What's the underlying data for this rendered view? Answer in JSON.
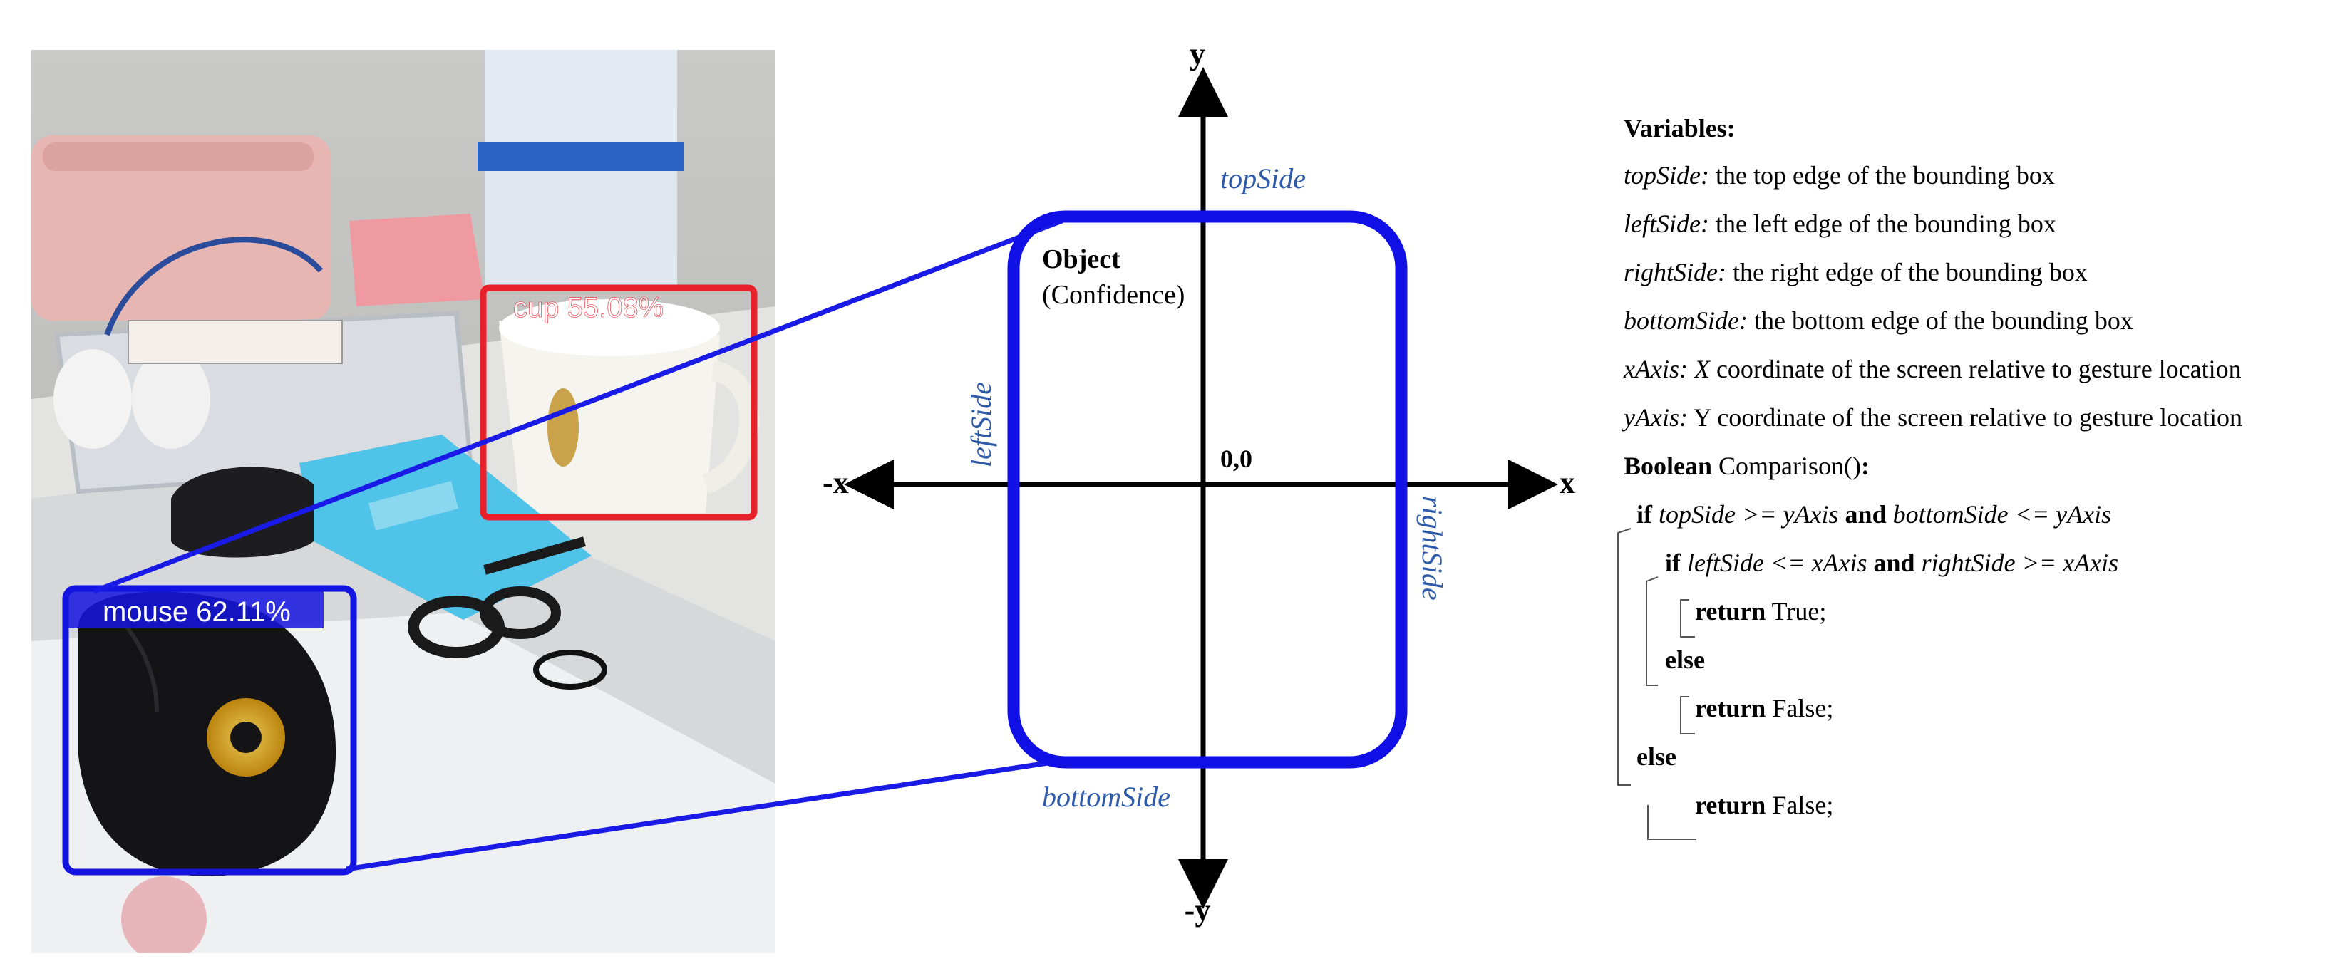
{
  "photo": {
    "detections": [
      {
        "label": "cup 55.08%",
        "class": "cup",
        "confidence": "55.08%",
        "color": "#e8202a"
      },
      {
        "label": "mouse 62.11%",
        "class": "mouse",
        "confidence": "62.11%",
        "color": "#1414e0"
      }
    ]
  },
  "diagram": {
    "axis_y": "y",
    "axis_neg_y": "-y",
    "axis_x": "x",
    "axis_neg_x": "-x",
    "origin": "0,0",
    "top_side": "topSide",
    "left_side": "leftSide",
    "right_side": "rightSide",
    "bottom_side": "bottomSide",
    "object_title": "Object",
    "object_subtitle": "(Confidence)",
    "box_color": "#1010e6",
    "label_color": "#2e5aa8"
  },
  "code": {
    "heading": "Variables:",
    "variables": [
      {
        "name": "topSide:",
        "desc": " the top edge of the bounding box"
      },
      {
        "name": "leftSide:",
        "desc": " the left edge of the bounding box"
      },
      {
        "name": "rightSide:",
        "desc": " the right edge of the bounding box"
      },
      {
        "name": "bottomSide:",
        "desc": " the bottom edge of the bounding box"
      },
      {
        "name": "xAxis:",
        "desc_it": " X",
        "desc": " coordinate of the screen relative to gesture location"
      },
      {
        "name": "yAxis:",
        "desc": " Y coordinate of the screen relative to gesture location"
      }
    ],
    "func_bold": "Boolean",
    "func_name": " Comparison()",
    "func_colon": ":",
    "if1_kw": "if",
    "if1_a": " topSide",
    "if1_op1": " >= ",
    "if1_b": "yAxis",
    "if1_and": " and ",
    "if1_c": "bottomSide",
    "if1_op2": " <= ",
    "if1_d": "yAxis",
    "if2_kw": "if",
    "if2_a": " leftSide",
    "if2_op1": " <= ",
    "if2_b": "xAxis",
    "if2_and": " and ",
    "if2_c": "rightSide",
    "if2_op2": " >= ",
    "if2_d": "xAxis",
    "return_kw": "return",
    "true_val": " True;",
    "false_val": " False;",
    "else_kw": "else"
  }
}
